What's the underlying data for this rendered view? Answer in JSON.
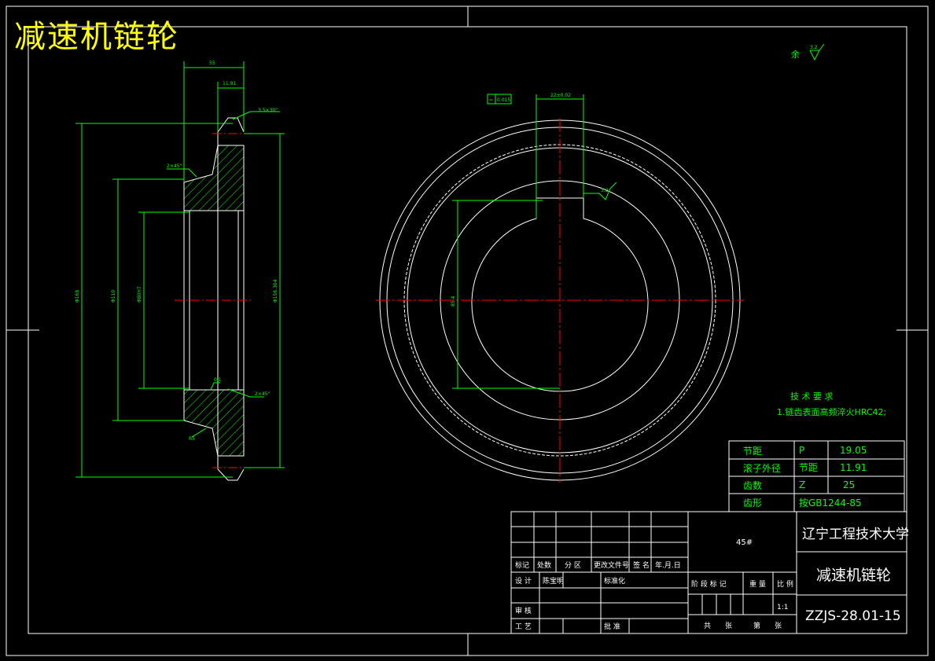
{
  "banner": {
    "title": "减速机链轮"
  },
  "roughness": {
    "prefix": "余",
    "value": "3.2"
  },
  "tech_requirements": {
    "heading": "技 术 要 求",
    "items": [
      "1.链齿表面高频淬火HRC42;"
    ]
  },
  "params_table": {
    "rows": [
      {
        "label": "节距",
        "symbol": "P",
        "value": "19.05"
      },
      {
        "label": "滚子外径",
        "symbol": "节距",
        "value": "11.91"
      },
      {
        "label": "齿数",
        "symbol": "Z",
        "value": "25"
      },
      {
        "label": "齿形",
        "symbol": "按GB1244-85",
        "value": ""
      }
    ]
  },
  "title_block": {
    "material": "45#",
    "school": "辽宁工程技术大学",
    "part_name": "减速机链轮",
    "drawing_no": "ZZJS-28.01-15",
    "scale": "1:1",
    "headers": [
      "标记",
      "处数",
      "分 区",
      "更改文件号",
      "签 名",
      "年.月.日"
    ],
    "design_label": "设 计",
    "design_name": "陈宝明",
    "standardize_label": "标准化",
    "review_label": "审 核",
    "process_label": "工 艺",
    "approve_label": "批 准",
    "stage_label": "阶 段 标 记",
    "weight_label": "重 量",
    "scale_label": "比 例",
    "total_label": "共",
    "sheet_label": "张",
    "no_label": "第",
    "sheet2_label": "张"
  },
  "colors": {
    "background": "#000000",
    "outline": "#ffffff",
    "dimension": "#00ff00",
    "centerline": "#ff0000",
    "hatch": "#00ff00",
    "banner": "#ffff00"
  }
}
